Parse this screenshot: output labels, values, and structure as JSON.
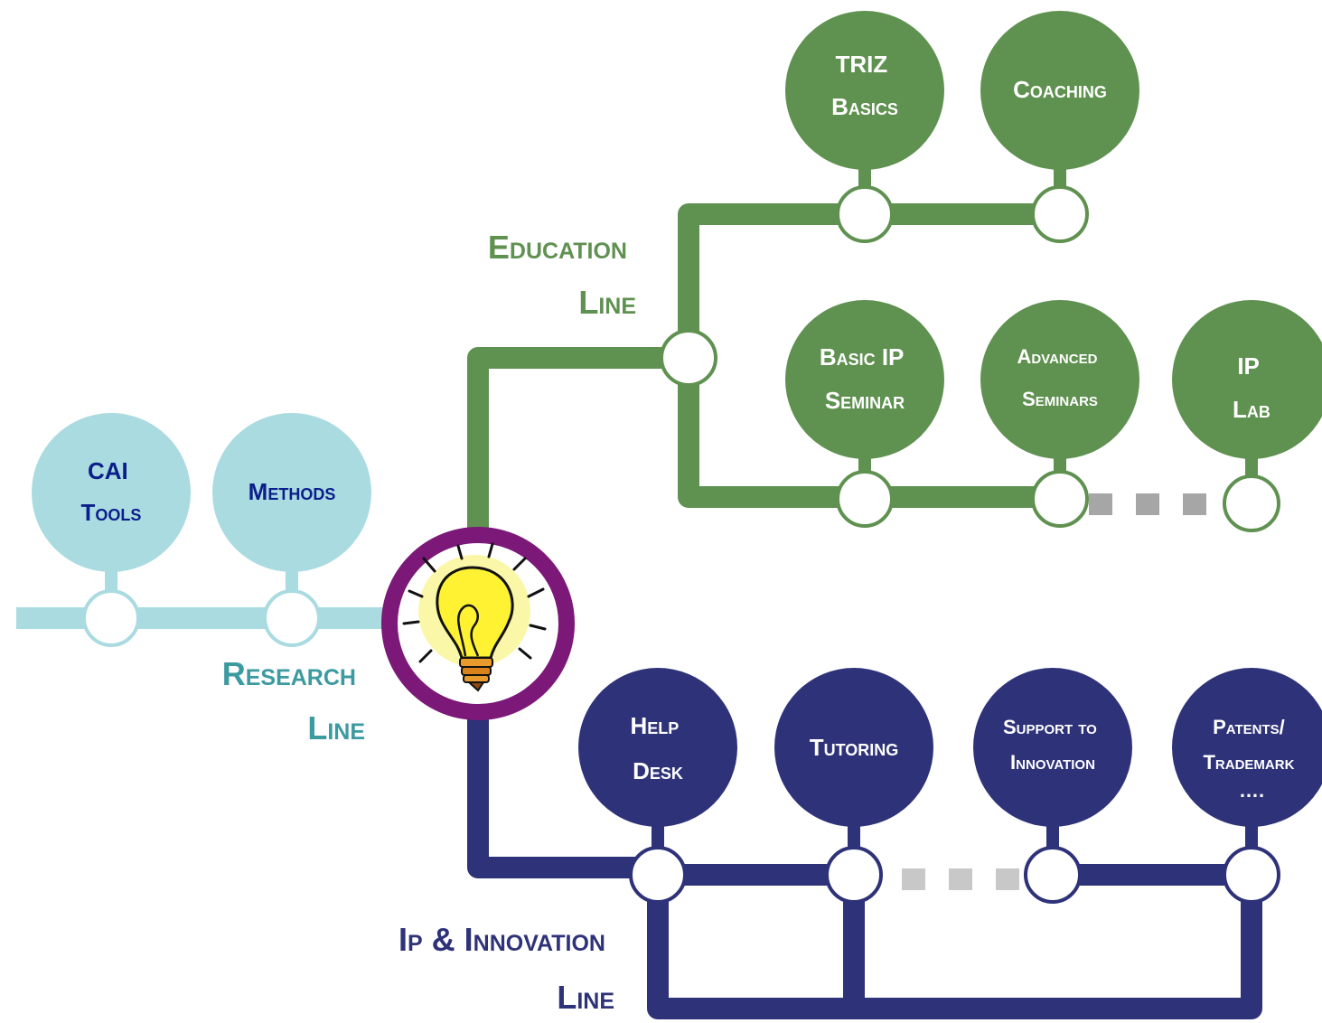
{
  "colors": {
    "education": "#5f9150",
    "research": "#a9dbe0",
    "research_label": "#3c9aa1",
    "research_text": "#0b1e8a",
    "ip": "#2e3278",
    "hub_ring": "#7b1878",
    "placeholder_dash": "#a6a6a6"
  },
  "hub": {
    "icon": "light-bulb-icon"
  },
  "education": {
    "label_line1": "Education",
    "label_line2": "Line",
    "top_row": [
      {
        "line1": "TRIZ",
        "line2": "Basics"
      },
      {
        "line1": "Coaching",
        "line2": ""
      }
    ],
    "bottom_row": [
      {
        "line1": "Basic IP",
        "line2": "Seminar"
      },
      {
        "line1": "Advanced",
        "line2": "Seminars"
      },
      {
        "line1": "IP",
        "line2": "Lab"
      }
    ]
  },
  "research": {
    "label_line1": "Research",
    "label_line2": "Line",
    "stations": [
      {
        "line1": "CAI",
        "line2": "Tools"
      },
      {
        "line1": "Methods",
        "line2": ""
      }
    ]
  },
  "ip": {
    "label_line1": "Ip & Innovation",
    "label_line2": "Line",
    "stations": [
      {
        "line1": "Help",
        "line2": "Desk",
        "line3": ""
      },
      {
        "line1": "Tutoring",
        "line2": "",
        "line3": ""
      },
      {
        "line1": "Support to",
        "line2": "Innovation",
        "line3": ""
      },
      {
        "line1": "Patents/",
        "line2": "Trademark",
        "line3": "…."
      }
    ]
  }
}
